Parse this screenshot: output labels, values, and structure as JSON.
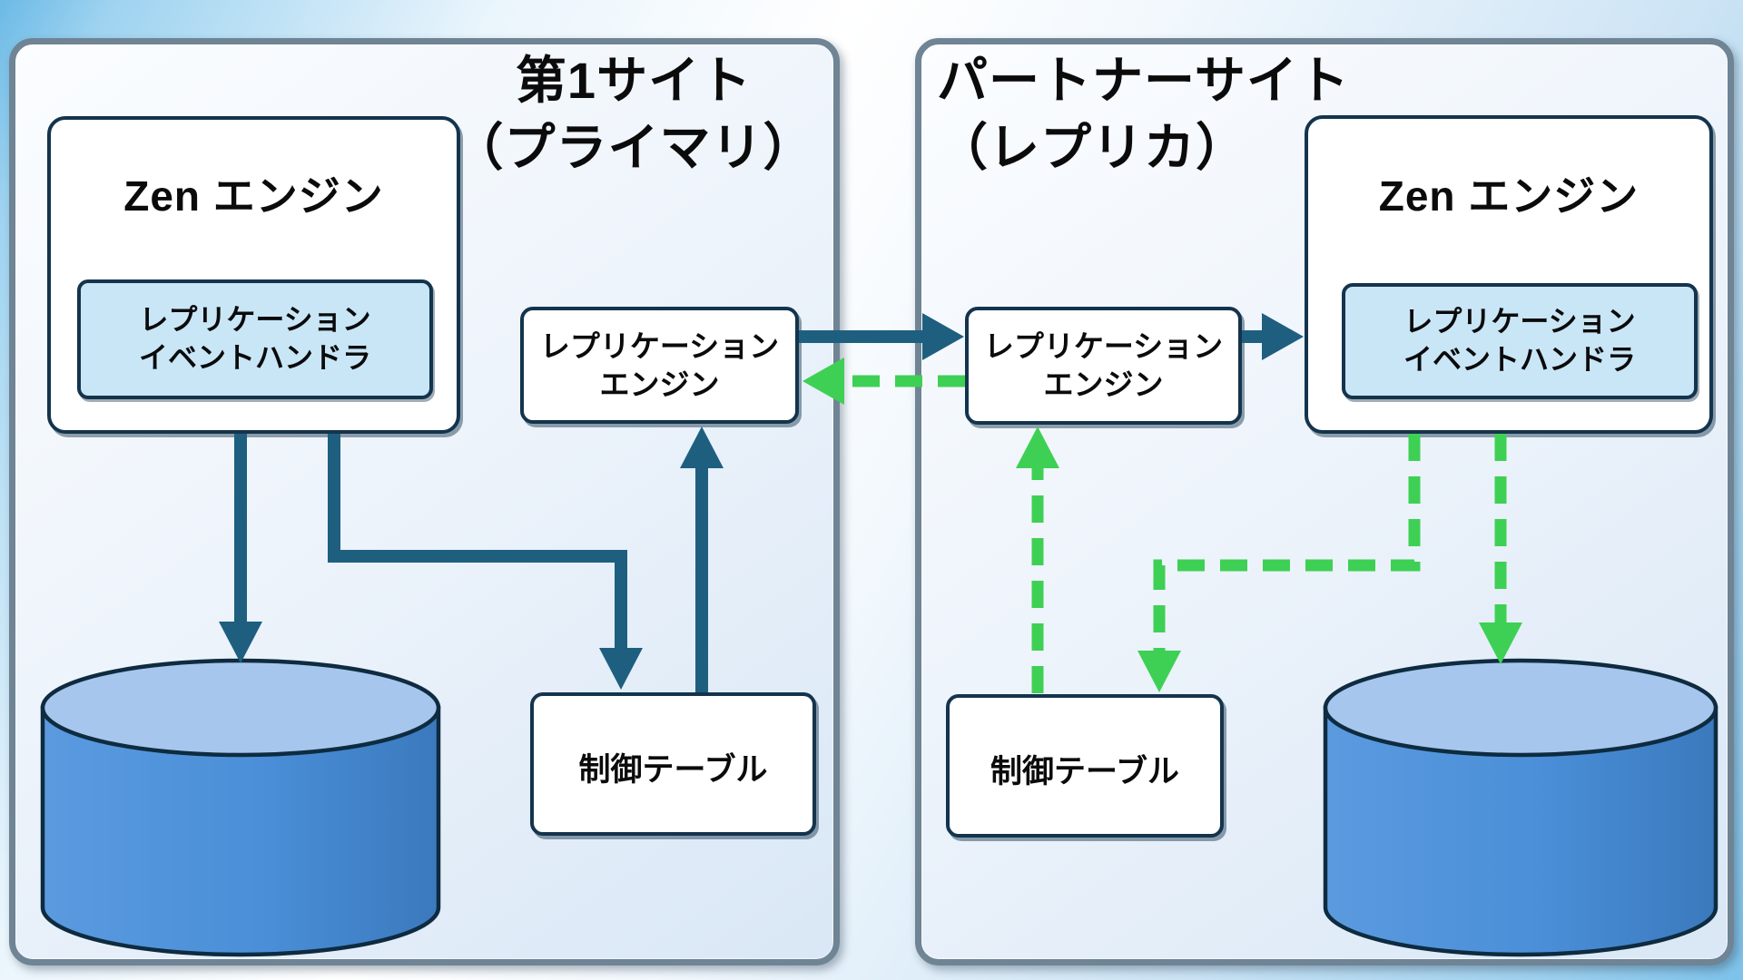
{
  "site1": {
    "title_line1": "第1サイト",
    "title_line2": "（プライマリ）",
    "zen_engine_label": "Zen エンジン",
    "event_handler_line1": "レプリケーション",
    "event_handler_line2": "イベントハンドラ",
    "replication_engine_line1": "レプリケーション",
    "replication_engine_line2": "エンジン",
    "control_table_label": "制御テーブル"
  },
  "site2": {
    "title_line1": "パートナーサイト",
    "title_line2": "（レプリカ）",
    "zen_engine_label": "Zen エンジン",
    "event_handler_line1": "レプリケーション",
    "event_handler_line2": "イベントハンドラ",
    "replication_engine_line1": "レプリケーション",
    "replication_engine_line2": "エンジン",
    "control_table_label": "制御テーブル"
  },
  "icons": {
    "site1_database": "database-cylinder-icon",
    "site2_database": "database-cylinder-icon"
  },
  "colors": {
    "solid_arrow": "#1e5f80",
    "dashed_arrow": "#3ed054",
    "node_border": "#14344d",
    "handler_fill": "#c9e6f7",
    "cylinder_body": "#4a8fd8",
    "cylinder_top": "#a6c6ed",
    "site_border": "#6f8494"
  }
}
